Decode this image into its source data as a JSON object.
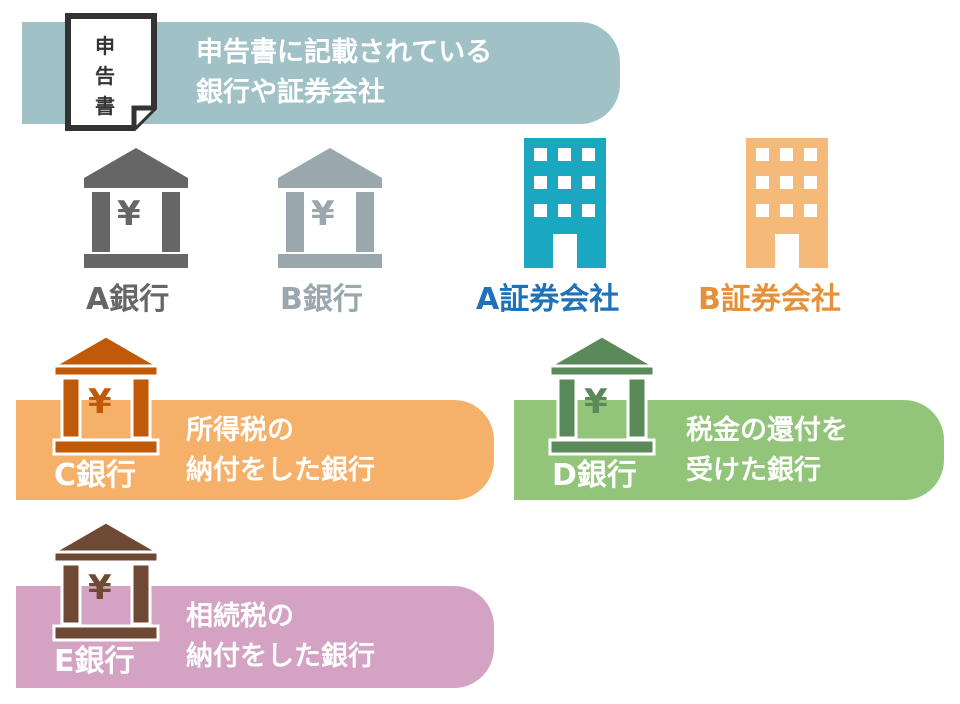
{
  "top_banner": {
    "doc_chars": [
      "申",
      "告",
      "書"
    ],
    "line1": "申告書に記載されている",
    "line2": "銀行や証券会社",
    "color": "#a0c2c7"
  },
  "institutions": [
    {
      "label": "A銀行",
      "color": "#666666",
      "icon": "bank-icon"
    },
    {
      "label": "B銀行",
      "color": "#9aa7ad",
      "icon": "bank-icon"
    },
    {
      "label": "A証券会社",
      "color": "#1f72b8",
      "icon_color": "#1aa8c0",
      "icon": "building-icon"
    },
    {
      "label": "B証券会社",
      "color": "#e6913a",
      "icon_color": "#f5b97a",
      "icon": "building-icon"
    }
  ],
  "bank_c": {
    "label": "C銀行",
    "line1": "所得税の",
    "line2": "納付をした銀行",
    "banner_color": "#f5b06a",
    "icon_color": "#c05a08"
  },
  "bank_d": {
    "label": "D銀行",
    "line1": "税金の還付を",
    "line2": "受けた銀行",
    "banner_color": "#92c479",
    "icon_color": "#5a8a5a"
  },
  "bank_e": {
    "label": "E銀行",
    "line1": "相続税の",
    "line2": "納付をした銀行",
    "banner_color": "#d4a3c4",
    "icon_color": "#6e4a35"
  },
  "yen_symbol": "¥"
}
